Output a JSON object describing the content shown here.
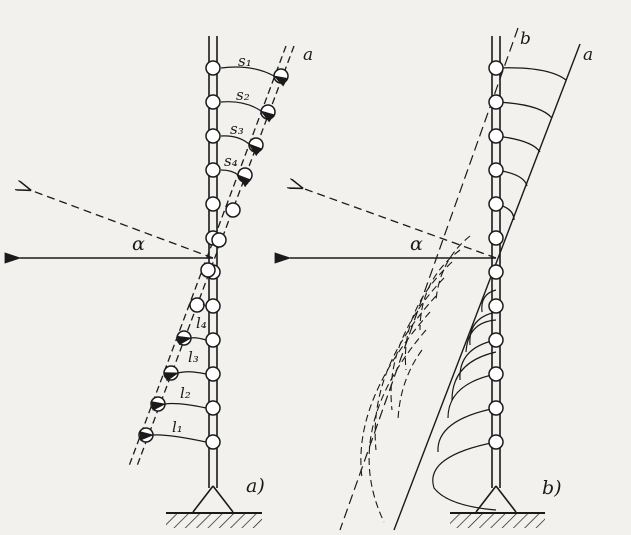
{
  "panel_a": {
    "caption": "a)",
    "line_label": "a",
    "angle_label": "α",
    "s_labels": [
      "s₁",
      "s₂",
      "s₃",
      "s₄"
    ],
    "l_labels": [
      "l₄",
      "l₃",
      "l₂",
      "l₁"
    ]
  },
  "panel_b": {
    "caption": "b)",
    "line_label_a": "a",
    "line_label_b": "b",
    "angle_label": "α"
  },
  "colors": {
    "ink": "#1a1a1a",
    "paper": "#f2f1ee"
  }
}
